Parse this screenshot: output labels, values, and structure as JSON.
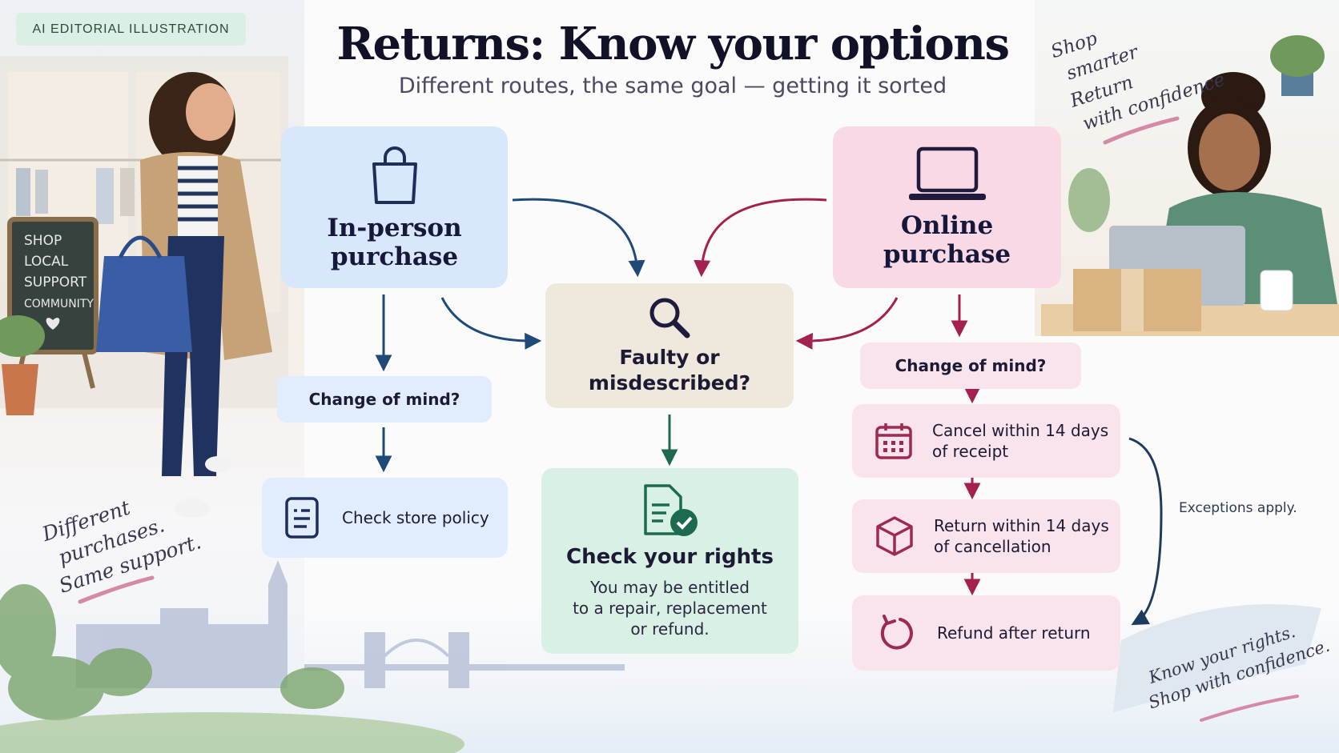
{
  "header": {
    "tag": "AI EDITORIAL ILLUSTRATION",
    "title": "Returns: Know your options",
    "subtitle": "Different routes, the same goal — getting it sorted"
  },
  "in_person": {
    "title_line1": "In-person",
    "title_line2": "purchase",
    "change_of_mind": "Change of mind?",
    "check_policy": "Check store policy"
  },
  "center": {
    "faulty_line1": "Faulty or",
    "faulty_line2": "misdescribed?",
    "rights_title": "Check your rights",
    "rights_line1": "You may be entitled",
    "rights_line2": "to a repair, replacement",
    "rights_line3": "or refund."
  },
  "online": {
    "title_line1": "Online",
    "title_line2": "purchase",
    "change_of_mind": "Change of mind?",
    "cancel_line1": "Cancel within 14 days",
    "cancel_line2": "of receipt",
    "return_line1": "Return within 14 days",
    "return_line2": "of cancellation",
    "refund": "Refund after return",
    "exceptions": "Exceptions apply."
  },
  "decor": {
    "chalkboard_lines": [
      "SHOP",
      "LOCAL",
      "SUPPORT",
      "COMMUNITY"
    ],
    "note_left": [
      "Different",
      "purchases.",
      "Same support."
    ],
    "note_top_right": [
      "Shop",
      "smarter",
      "Return",
      "with confidence"
    ],
    "note_bottom_right": [
      "Know your rights.",
      "Shop with confidence."
    ]
  },
  "colors": {
    "navy_arrow": "#1f4a78",
    "magenta_arrow": "#a3204f",
    "green_arrow": "#1c6b50",
    "icon_navy": "#1e2e5a",
    "icon_magenta": "#9e2a52"
  },
  "icons": [
    "shopping-bag-icon",
    "laptop-icon",
    "magnifier-icon",
    "document-check-icon",
    "checklist-icon",
    "calendar-icon",
    "box-icon",
    "refund-arrow-icon"
  ]
}
